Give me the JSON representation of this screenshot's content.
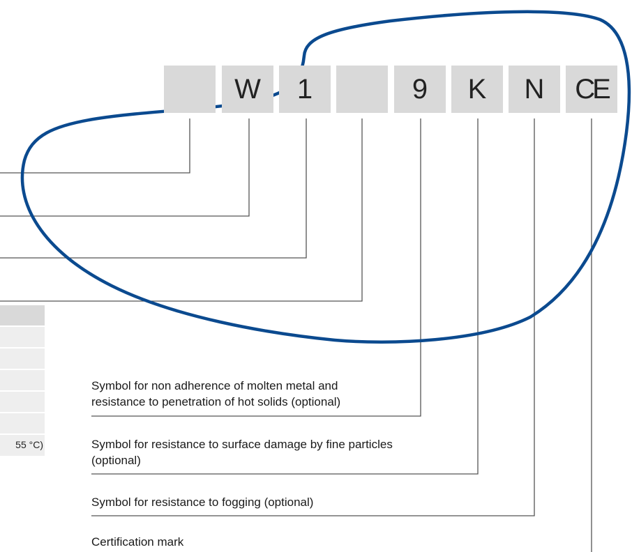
{
  "marking": {
    "boxes": [
      {
        "text": ""
      },
      {
        "text": "W"
      },
      {
        "text": "1"
      },
      {
        "text": ""
      },
      {
        "text": "9"
      },
      {
        "text": "K"
      },
      {
        "text": "N"
      },
      {
        "text": "CE"
      }
    ]
  },
  "labels": [
    {
      "lines": [
        "Symbol for non adherence of molten metal and",
        "resistance to penetration of hot solids (optional)"
      ]
    },
    {
      "lines": [
        "Symbol for resistance to surface damage by fine particles",
        "(optional)"
      ]
    },
    {
      "lines": [
        "Symbol for resistance to fogging (optional)"
      ]
    },
    {
      "lines": [
        "Certification mark"
      ]
    }
  ],
  "partial_table": {
    "last_cell_text": "55 °C)"
  },
  "colors": {
    "lens_outline": "#0b4a8f",
    "box_fill": "#d9d9d9",
    "leader_line": "#555555",
    "table_header": "#d9d9d9",
    "table_cell": "#eeeeee"
  }
}
